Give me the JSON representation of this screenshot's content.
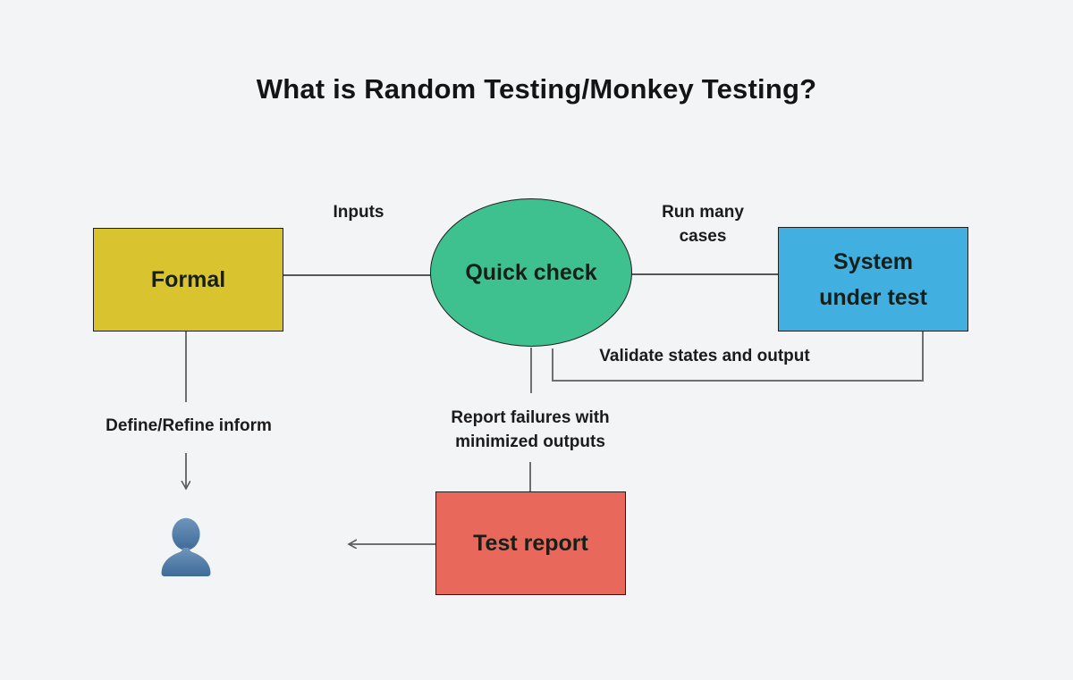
{
  "title": "What is Random Testing/Monkey Testing?",
  "diagram": {
    "nodes": {
      "formal": {
        "label": "Formal",
        "fill": "#d9c32e"
      },
      "quick_check": {
        "label": "Quick check",
        "fill": "#3ec18e"
      },
      "system_under_test": {
        "label": "System under test",
        "fill": "#41b0e0"
      },
      "test_report": {
        "label": "Test report",
        "fill": "#e8695b"
      }
    },
    "edge_labels": {
      "inputs": "Inputs",
      "run_many_cases": "Run many cases",
      "validate_states": "Validate states and output",
      "report_failures": "Report failures with minimized outputs",
      "define_refine": "Define/Refine inform"
    },
    "icons": {
      "person": "person-silhouette-icon"
    },
    "colors": {
      "background": "#f3f4f6",
      "connector_dark": "#222222",
      "connector_gray": "#6f6f6f",
      "person_icon_top": "#6e95bb",
      "person_icon_bottom": "#3f6b99",
      "text": "#1b1b1b"
    }
  }
}
